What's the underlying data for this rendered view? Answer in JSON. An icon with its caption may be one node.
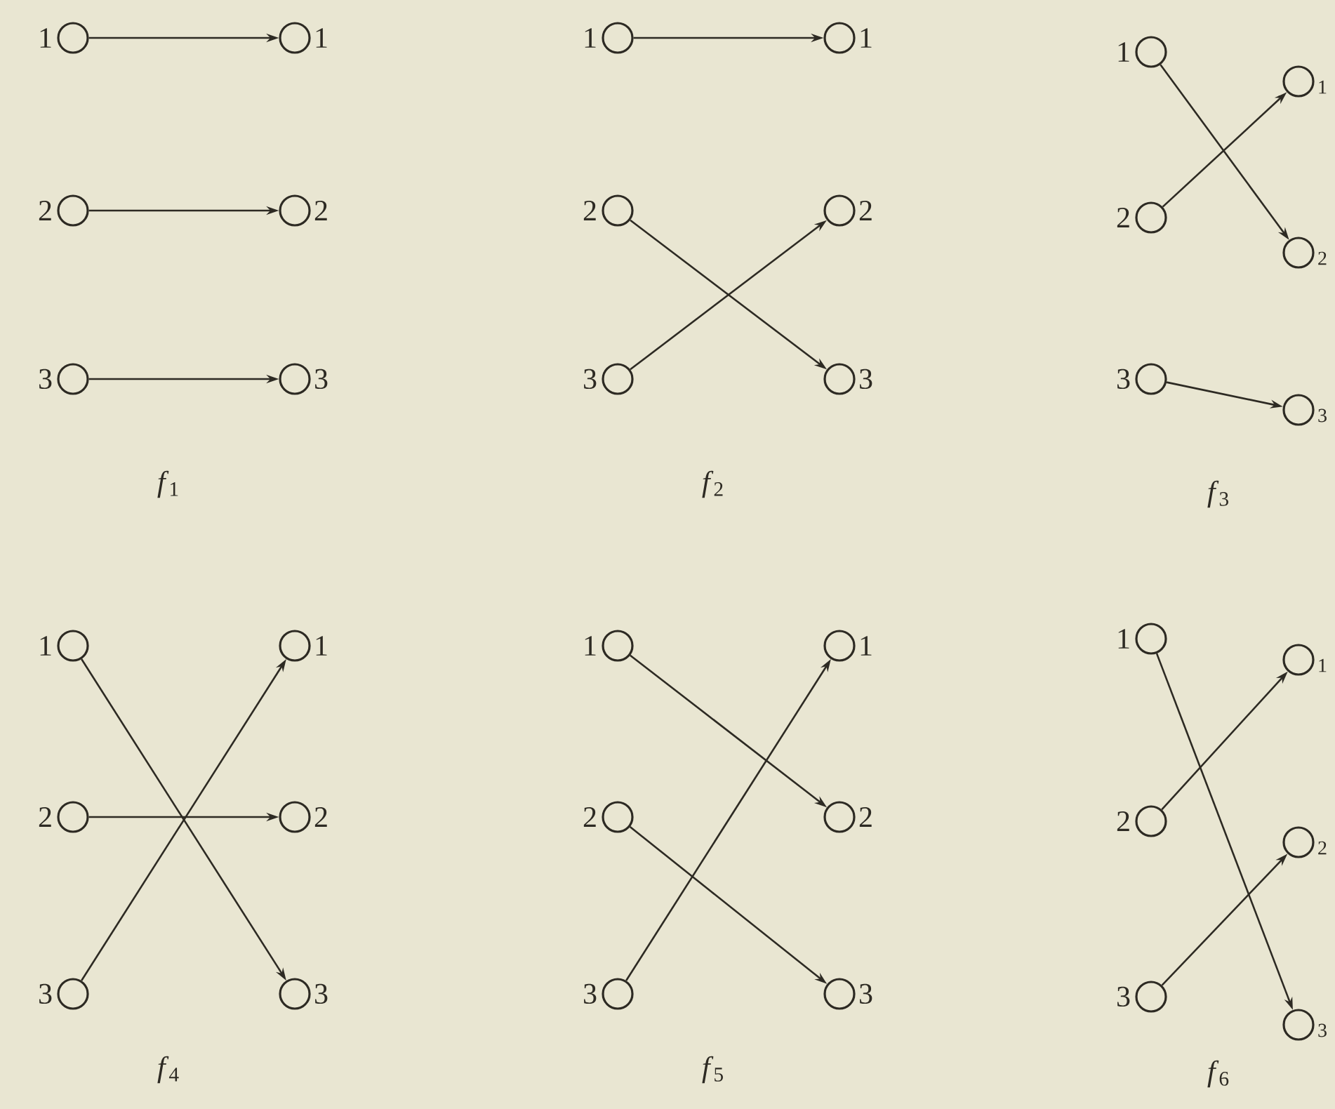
{
  "diagram": {
    "nodes": [
      {
        "text": [],
        "shape": "circle",
        "beside": [
          "1"
        ]
      },
      {
        "text": [],
        "shape": "circle",
        "beside": [
          "1"
        ]
      },
      {
        "text": [],
        "shape": "circle",
        "beside": [
          "2"
        ]
      },
      {
        "text": [],
        "shape": "circle",
        "beside": [
          "2"
        ]
      },
      {
        "text": [],
        "shape": "circle",
        "beside": [
          "3"
        ]
      },
      {
        "text": [],
        "shape": "circle",
        "beside": [
          "3"
        ]
      },
      {
        "text": [],
        "shape": "circle",
        "beside": [
          "1"
        ]
      },
      {
        "text": [],
        "shape": "circle",
        "beside": [
          "1"
        ]
      },
      {
        "text": [],
        "shape": "circle",
        "beside": [
          "2"
        ]
      },
      {
        "text": [],
        "shape": "circle",
        "beside": [
          "2"
        ]
      },
      {
        "text": [],
        "shape": "circle",
        "beside": [
          "3"
        ]
      },
      {
        "text": [],
        "shape": "circle",
        "beside": [
          "3"
        ]
      },
      {
        "text": [],
        "shape": "circle",
        "beside": [
          "1"
        ]
      },
      {
        "text": [],
        "shape": "circle",
        "beside": [
          "1"
        ]
      },
      {
        "text": [],
        "shape": "circle",
        "beside": [
          "2"
        ]
      },
      {
        "text": [],
        "shape": "circle",
        "beside": [
          "2"
        ]
      },
      {
        "text": [],
        "shape": "circle",
        "beside": [
          "3"
        ]
      },
      {
        "text": [],
        "shape": "circle",
        "beside": [
          "3"
        ]
      },
      {
        "text": [],
        "shape": "circle",
        "beside": [
          "1"
        ]
      },
      {
        "text": [],
        "shape": "circle",
        "beside": [
          "1"
        ]
      },
      {
        "text": [],
        "shape": "circle",
        "beside": [
          "2"
        ]
      },
      {
        "text": [],
        "shape": "circle",
        "beside": [
          "2"
        ]
      },
      {
        "text": [],
        "shape": "circle",
        "beside": [
          "3"
        ]
      },
      {
        "text": [],
        "shape": "circle",
        "beside": [
          "3"
        ]
      },
      {
        "text": [],
        "shape": "circle",
        "beside": [
          "1"
        ]
      },
      {
        "text": [],
        "shape": "circle",
        "beside": [
          "1"
        ]
      },
      {
        "text": [],
        "shape": "circle",
        "beside": [
          "2"
        ]
      },
      {
        "text": [],
        "shape": "circle",
        "beside": [
          "2"
        ]
      },
      {
        "text": [],
        "shape": "circle",
        "beside": [
          "3"
        ]
      },
      {
        "text": [],
        "shape": "circle",
        "beside": [
          "3"
        ]
      },
      {
        "text": [],
        "shape": "circle",
        "beside": [
          "1"
        ]
      },
      {
        "text": [],
        "shape": "circle",
        "beside": [
          "1"
        ]
      },
      {
        "text": [],
        "shape": "circle",
        "beside": [
          "2"
        ]
      },
      {
        "text": [],
        "shape": "circle",
        "beside": [
          "2"
        ]
      },
      {
        "text": [],
        "shape": "circle",
        "beside": [
          "3"
        ]
      },
      {
        "text": [],
        "shape": "circle",
        "beside": [
          "3"
        ]
      }
    ],
    "edges": [
      {
        "from": 0,
        "to": 1,
        "arrow": "to"
      },
      {
        "from": 2,
        "to": 3,
        "arrow": "to"
      },
      {
        "from": 4,
        "to": 5,
        "arrow": "to"
      },
      {
        "from": 6,
        "to": 7,
        "arrow": "to"
      },
      {
        "from": 8,
        "to": 11,
        "arrow": "to"
      },
      {
        "from": 10,
        "to": 9,
        "arrow": "to"
      },
      {
        "from": 12,
        "to": 15,
        "arrow": "to"
      },
      {
        "from": 14,
        "to": 13,
        "arrow": "to"
      },
      {
        "from": 16,
        "to": 17,
        "arrow": "to"
      },
      {
        "from": 18,
        "to": 23,
        "arrow": "to"
      },
      {
        "from": 20,
        "to": 21,
        "arrow": "to"
      },
      {
        "from": 22,
        "to": 19,
        "arrow": "to"
      },
      {
        "from": 24,
        "to": 27,
        "arrow": "to"
      },
      {
        "from": 26,
        "to": 29,
        "arrow": "to"
      },
      {
        "from": 28,
        "to": 25,
        "arrow": "to"
      },
      {
        "from": 30,
        "to": 35,
        "arrow": "to"
      },
      {
        "from": 32,
        "to": 31,
        "arrow": "to"
      },
      {
        "from": 34,
        "to": 33,
        "arrow": "to"
      }
    ],
    "labels": [
      "*f*$_{1}$",
      "*f*$_{2}$",
      "*f*$_{3}$",
      "*f*$_{4}$",
      "*f*$_{5}$",
      "*f*$_{6}$"
    ]
  }
}
